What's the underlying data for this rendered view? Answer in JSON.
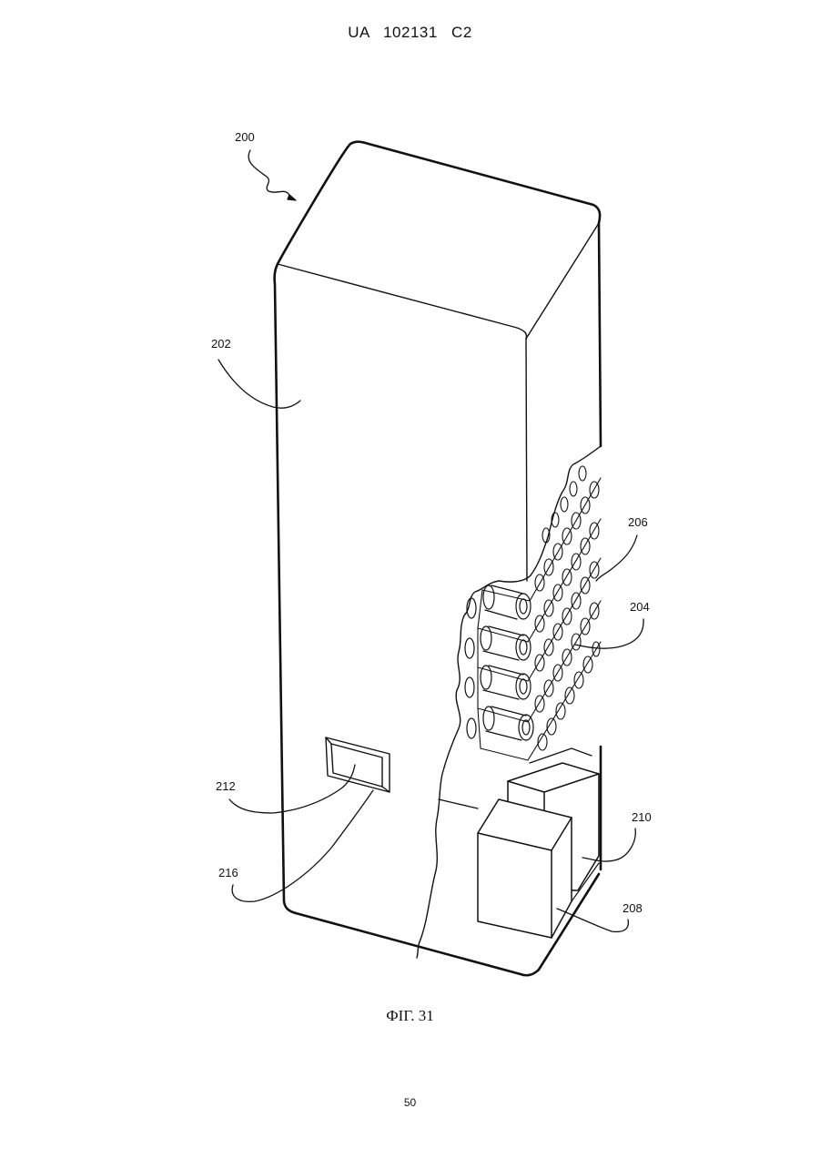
{
  "header": {
    "patent_id": "UA   102131   C2"
  },
  "figure": {
    "caption": "ФІГ. 31",
    "labels": {
      "ref_200": "200",
      "ref_202": "202",
      "ref_204": "204",
      "ref_206": "206",
      "ref_208": "208",
      "ref_210": "210",
      "ref_212": "212",
      "ref_216": "216"
    }
  },
  "footer": {
    "page_number": "50"
  },
  "colors": {
    "line": "#111111",
    "paper": "#ffffff"
  }
}
